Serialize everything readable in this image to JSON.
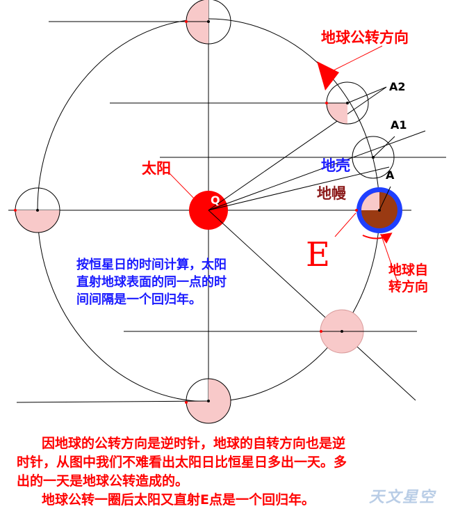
{
  "labels": {
    "revolution_direction": "地球公转方向",
    "sun": "太阳",
    "crust": "地壳",
    "mantle": "地幔",
    "point_q": "Q",
    "point_e": "E",
    "point_a": "A",
    "point_a1": "A1",
    "point_a2": "A2",
    "rotation_direction_line1": "地球自",
    "rotation_direction_line2": "转方向"
  },
  "note": {
    "line1": "按恒星日的时间计算，太阳",
    "line2": "直射地球表面的同一点的时",
    "line3": "间间隔是一个回归年。"
  },
  "explanation": {
    "p1_line1": "因地球的公转方向是逆时针，地球的自转方向也是逆",
    "p1_line2": "时针，从图中我们不难看出太阳日比恒星日多出一天。多",
    "p1_line3": "出的一天是地球公转造成的。",
    "p2": "地球公转一圈后太阳又直射E点是一个回归年。"
  },
  "colors": {
    "sun": "#ff0000",
    "crust": "#1f3fff",
    "mantle": "#9a3a12",
    "shade": "#f8c9c9",
    "label_red": "#ff0000",
    "note_blue": "#1a1aff"
  },
  "watermark": "天文星空"
}
